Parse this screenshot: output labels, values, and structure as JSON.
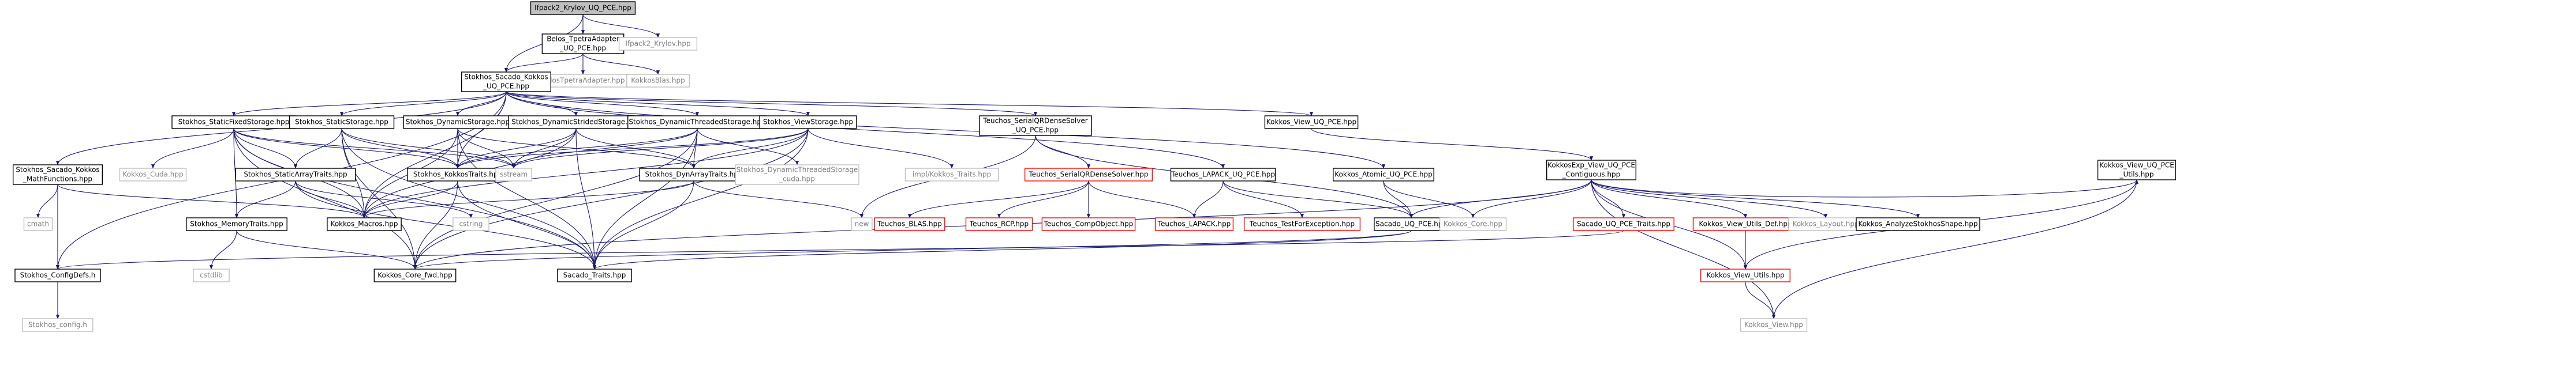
{
  "colors": {
    "edge": "#191970",
    "root_fill": "#bfbfbf",
    "box_stroke": "#000000",
    "link_stroke": "#ff0000",
    "leaf_text": "#7f7f7f",
    "text": "#000000"
  },
  "nodes": [
    {
      "id": "root",
      "lines": [
        "Ifpack2_Krylov_UQ_PCE.hpp"
      ],
      "kind": "root"
    },
    {
      "id": "belos",
      "lines": [
        "Belos_TpetraAdapter",
        "_UQ_PCE.hpp"
      ],
      "kind": "box"
    },
    {
      "id": "ifpk",
      "lines": [
        "Ifpack2_Krylov.hpp"
      ],
      "kind": "leaf"
    },
    {
      "id": "belosta",
      "lines": [
        "BelosTpetraAdapter.hpp"
      ],
      "kind": "leaf"
    },
    {
      "id": "kblas",
      "lines": [
        "KokkosBlas.hpp"
      ],
      "kind": "leaf"
    },
    {
      "id": "sskpce",
      "lines": [
        "Stokhos_Sacado_Kokkos",
        "_UQ_PCE.hpp"
      ],
      "kind": "box"
    },
    {
      "id": "sfixed",
      "lines": [
        "Stokhos_StaticFixedStorage.hpp"
      ],
      "kind": "box"
    },
    {
      "id": "sstatic",
      "lines": [
        "Stokhos_StaticStorage.hpp"
      ],
      "kind": "box"
    },
    {
      "id": "sdyn",
      "lines": [
        "Stokhos_DynamicStorage.hpp"
      ],
      "kind": "box"
    },
    {
      "id": "sdynstr",
      "lines": [
        "Stokhos_DynamicStridedStorage.hpp"
      ],
      "kind": "box"
    },
    {
      "id": "sdynthr",
      "lines": [
        "Stokhos_DynamicThreadedStorage.hpp"
      ],
      "kind": "box"
    },
    {
      "id": "sview",
      "lines": [
        "Stokhos_ViewStorage.hpp"
      ],
      "kind": "box"
    },
    {
      "id": "tsqr",
      "lines": [
        "Teuchos_SerialQRDenseSolver",
        "_UQ_PCE.hpp"
      ],
      "kind": "box"
    },
    {
      "id": "tlapack",
      "lines": [
        "Teuchos_LAPACK_UQ_PCE.hpp"
      ],
      "kind": "box"
    },
    {
      "id": "katomic",
      "lines": [
        "Kokkos_Atomic_UQ_PCE.hpp"
      ],
      "kind": "box"
    },
    {
      "id": "kview",
      "lines": [
        "Kokkos_View_UQ_PCE.hpp"
      ],
      "kind": "box"
    },
    {
      "id": "kexp",
      "lines": [
        "KokkosExp_View_UQ_PCE",
        "_Contiguous.hpp"
      ],
      "kind": "box"
    },
    {
      "id": "kvuqu",
      "lines": [
        "Kokkos_View_UQ_PCE",
        "_Utils.hpp"
      ],
      "kind": "box"
    },
    {
      "id": "ssmath",
      "lines": [
        "Stokhos_Sacado_Kokkos",
        "_MathFunctions.hpp"
      ],
      "kind": "box"
    },
    {
      "id": "kcuda",
      "lines": [
        "Kokkos_Cuda.hpp"
      ],
      "kind": "leaf"
    },
    {
      "id": "ssat",
      "lines": [
        "Stokhos_StaticArrayTraits.hpp"
      ],
      "kind": "box"
    },
    {
      "id": "skt",
      "lines": [
        "Stokhos_KokkosTraits.hpp"
      ],
      "kind": "box"
    },
    {
      "id": "sstream",
      "lines": [
        "sstream"
      ],
      "kind": "leaf"
    },
    {
      "id": "sdat",
      "lines": [
        "Stokhos_DynArrayTraits.hpp"
      ],
      "kind": "box"
    },
    {
      "id": "sdtscuda",
      "lines": [
        "Stokhos_DynamicThreadedStorage",
        "_cuda.hpp"
      ],
      "kind": "leaf"
    },
    {
      "id": "implkt",
      "lines": [
        "impl/Kokkos_Traits.hpp"
      ],
      "kind": "leaf"
    },
    {
      "id": "tsqrds",
      "lines": [
        "Teuchos_SerialQRDenseSolver.hpp"
      ],
      "kind": "link"
    },
    {
      "id": "tlapackuq",
      "lines": [
        "Teuchos_LAPACK_UQ_PCE.hpp"
      ],
      "kind": "box"
    },
    {
      "id": "smt",
      "lines": [
        "Stokhos_MemoryTraits.hpp"
      ],
      "kind": "box"
    },
    {
      "id": "kmacros",
      "lines": [
        "Kokkos_Macros.hpp"
      ],
      "kind": "box"
    },
    {
      "id": "cstring",
      "lines": [
        "cstring"
      ],
      "kind": "leaf"
    },
    {
      "id": "newh",
      "lines": [
        "new"
      ],
      "kind": "leaf"
    },
    {
      "id": "tblas",
      "lines": [
        "Teuchos_BLAS.hpp"
      ],
      "kind": "link"
    },
    {
      "id": "trcp",
      "lines": [
        "Teuchos_RCP.hpp"
      ],
      "kind": "link"
    },
    {
      "id": "tcomp",
      "lines": [
        "Teuchos_CompObject.hpp"
      ],
      "kind": "link"
    },
    {
      "id": "tlap",
      "lines": [
        "Teuchos_LAPACK.hpp"
      ],
      "kind": "link"
    },
    {
      "id": "ttfe",
      "lines": [
        "Teuchos_TestForException.hpp"
      ],
      "kind": "link"
    },
    {
      "id": "suqpce",
      "lines": [
        "Sacado_UQ_PCE.hpp"
      ],
      "kind": "box"
    },
    {
      "id": "kcore",
      "lines": [
        "Kokkos_Core.hpp"
      ],
      "kind": "leaf"
    },
    {
      "id": "suqpcet",
      "lines": [
        "Sacado_UQ_PCE_Traits.hpp"
      ],
      "kind": "link"
    },
    {
      "id": "kvud",
      "lines": [
        "Kokkos_View_Utils_Def.hpp"
      ],
      "kind": "link"
    },
    {
      "id": "klayout",
      "lines": [
        "Kokkos_Layout.hpp"
      ],
      "kind": "leaf"
    },
    {
      "id": "kass",
      "lines": [
        "Kokkos_AnalyzeStokhosShape.hpp"
      ],
      "kind": "box"
    },
    {
      "id": "scd",
      "lines": [
        "Stokhos_ConfigDefs.h"
      ],
      "kind": "box"
    },
    {
      "id": "cmath",
      "lines": [
        "cmath"
      ],
      "kind": "leaf"
    },
    {
      "id": "cstdlib",
      "lines": [
        "cstdlib"
      ],
      "kind": "leaf"
    },
    {
      "id": "kcorefwd",
      "lines": [
        "Kokkos_Core_fwd.hpp"
      ],
      "kind": "box"
    },
    {
      "id": "straits",
      "lines": [
        "Sacado_Traits.hpp"
      ],
      "kind": "box"
    },
    {
      "id": "kvu",
      "lines": [
        "Kokkos_View_Utils.hpp"
      ],
      "kind": "link"
    },
    {
      "id": "scfg",
      "lines": [
        "Stokhos_config.h"
      ],
      "kind": "leaf"
    },
    {
      "id": "kviewh",
      "lines": [
        "Kokkos_View.hpp"
      ],
      "kind": "leaf"
    }
  ],
  "edges": [
    [
      "root",
      "belos"
    ],
    [
      "root",
      "ifpk"
    ],
    [
      "root",
      "sskpce"
    ],
    [
      "belos",
      "belosta"
    ],
    [
      "belos",
      "kblas"
    ],
    [
      "belos",
      "sskpce"
    ],
    [
      "sskpce",
      "sfixed"
    ],
    [
      "sskpce",
      "sstatic"
    ],
    [
      "sskpce",
      "sdyn"
    ],
    [
      "sskpce",
      "sdynstr"
    ],
    [
      "sskpce",
      "sdynthr"
    ],
    [
      "sskpce",
      "sview"
    ],
    [
      "sskpce",
      "tsqr"
    ],
    [
      "sskpce",
      "tlapack"
    ],
    [
      "sskpce",
      "katomic"
    ],
    [
      "sskpce",
      "kview"
    ],
    [
      "sskpce",
      "ssmath"
    ],
    [
      "sskpce",
      "scd"
    ],
    [
      "sskpce",
      "kmacros"
    ],
    [
      "sskpce",
      "skt"
    ],
    [
      "sfixed",
      "kcuda"
    ],
    [
      "sfixed",
      "ssat"
    ],
    [
      "sfixed",
      "skt"
    ],
    [
      "sfixed",
      "sstream"
    ],
    [
      "sfixed",
      "kmacros"
    ],
    [
      "sfixed",
      "smt"
    ],
    [
      "sfixed",
      "kcorefwd"
    ],
    [
      "sfixed",
      "straits"
    ],
    [
      "sstatic",
      "ssat"
    ],
    [
      "sstatic",
      "skt"
    ],
    [
      "sstatic",
      "sstream"
    ],
    [
      "sstatic",
      "kmacros"
    ],
    [
      "sstatic",
      "straits"
    ],
    [
      "sstatic",
      "kcorefwd"
    ],
    [
      "sdyn",
      "sdat"
    ],
    [
      "sdyn",
      "skt"
    ],
    [
      "sdyn",
      "sstream"
    ],
    [
      "sdyn",
      "kmacros"
    ],
    [
      "sdyn",
      "straits"
    ],
    [
      "sdynstr",
      "sdat"
    ],
    [
      "sdynstr",
      "skt"
    ],
    [
      "sdynstr",
      "sstream"
    ],
    [
      "sdynstr",
      "kmacros"
    ],
    [
      "sdynstr",
      "straits"
    ],
    [
      "sdynthr",
      "sdat"
    ],
    [
      "sdynthr",
      "skt"
    ],
    [
      "sdynthr",
      "sstream"
    ],
    [
      "sdynthr",
      "sdtscuda"
    ],
    [
      "sdynthr",
      "straits"
    ],
    [
      "sdynthr",
      "kcorefwd"
    ],
    [
      "sview",
      "implkt"
    ],
    [
      "sview",
      "skt"
    ],
    [
      "sview",
      "sstream"
    ],
    [
      "sview",
      "kmacros"
    ],
    [
      "sview",
      "straits"
    ],
    [
      "sview",
      "sdat"
    ],
    [
      "sview",
      "kcorefwd"
    ],
    [
      "tsqr",
      "tsqrds"
    ],
    [
      "tsqr",
      "newh"
    ],
    [
      "tsqr",
      "suqpce"
    ],
    [
      "tsqrds",
      "tblas"
    ],
    [
      "tsqrds",
      "trcp"
    ],
    [
      "tsqrds",
      "tcomp"
    ],
    [
      "tsqrds",
      "tlap"
    ],
    [
      "tlapack",
      "tlap"
    ],
    [
      "tlapack",
      "ttfe"
    ],
    [
      "tlapack",
      "suqpce"
    ],
    [
      "katomic",
      "suqpce"
    ],
    [
      "katomic",
      "kcore"
    ],
    [
      "kview",
      "kexp"
    ],
    [
      "kexp",
      "suqpce"
    ],
    [
      "kexp",
      "kcore"
    ],
    [
      "kexp",
      "suqpcet"
    ],
    [
      "kexp",
      "kvud"
    ],
    [
      "kexp",
      "klayout"
    ],
    [
      "kexp",
      "kass"
    ],
    [
      "kexp",
      "kvuqu"
    ],
    [
      "kexp",
      "kviewh"
    ],
    [
      "kexp",
      "kcorefwd"
    ],
    [
      "kexp",
      "kvu"
    ],
    [
      "kvuqu",
      "kvu"
    ],
    [
      "kvuqu",
      "kviewh"
    ],
    [
      "kvud",
      "kvu"
    ],
    [
      "kvu",
      "kviewh"
    ],
    [
      "ssmath",
      "cmath"
    ],
    [
      "ssmath",
      "scd"
    ],
    [
      "ssmath",
      "kmacros"
    ],
    [
      "ssat",
      "smt"
    ],
    [
      "ssat",
      "kmacros"
    ],
    [
      "ssat",
      "cstring"
    ],
    [
      "ssat",
      "straits"
    ],
    [
      "skt",
      "kmacros"
    ],
    [
      "skt",
      "straits"
    ],
    [
      "skt",
      "kcorefwd"
    ],
    [
      "sdat",
      "newh"
    ],
    [
      "sdat",
      "kmacros"
    ],
    [
      "sdat",
      "straits"
    ],
    [
      "smt",
      "cstdlib"
    ],
    [
      "smt",
      "kcorefwd"
    ],
    [
      "scd",
      "scfg"
    ],
    [
      "suqpce",
      "kcorefwd"
    ],
    [
      "suqpce",
      "straits"
    ],
    [
      "suqpcet",
      "scd"
    ]
  ]
}
